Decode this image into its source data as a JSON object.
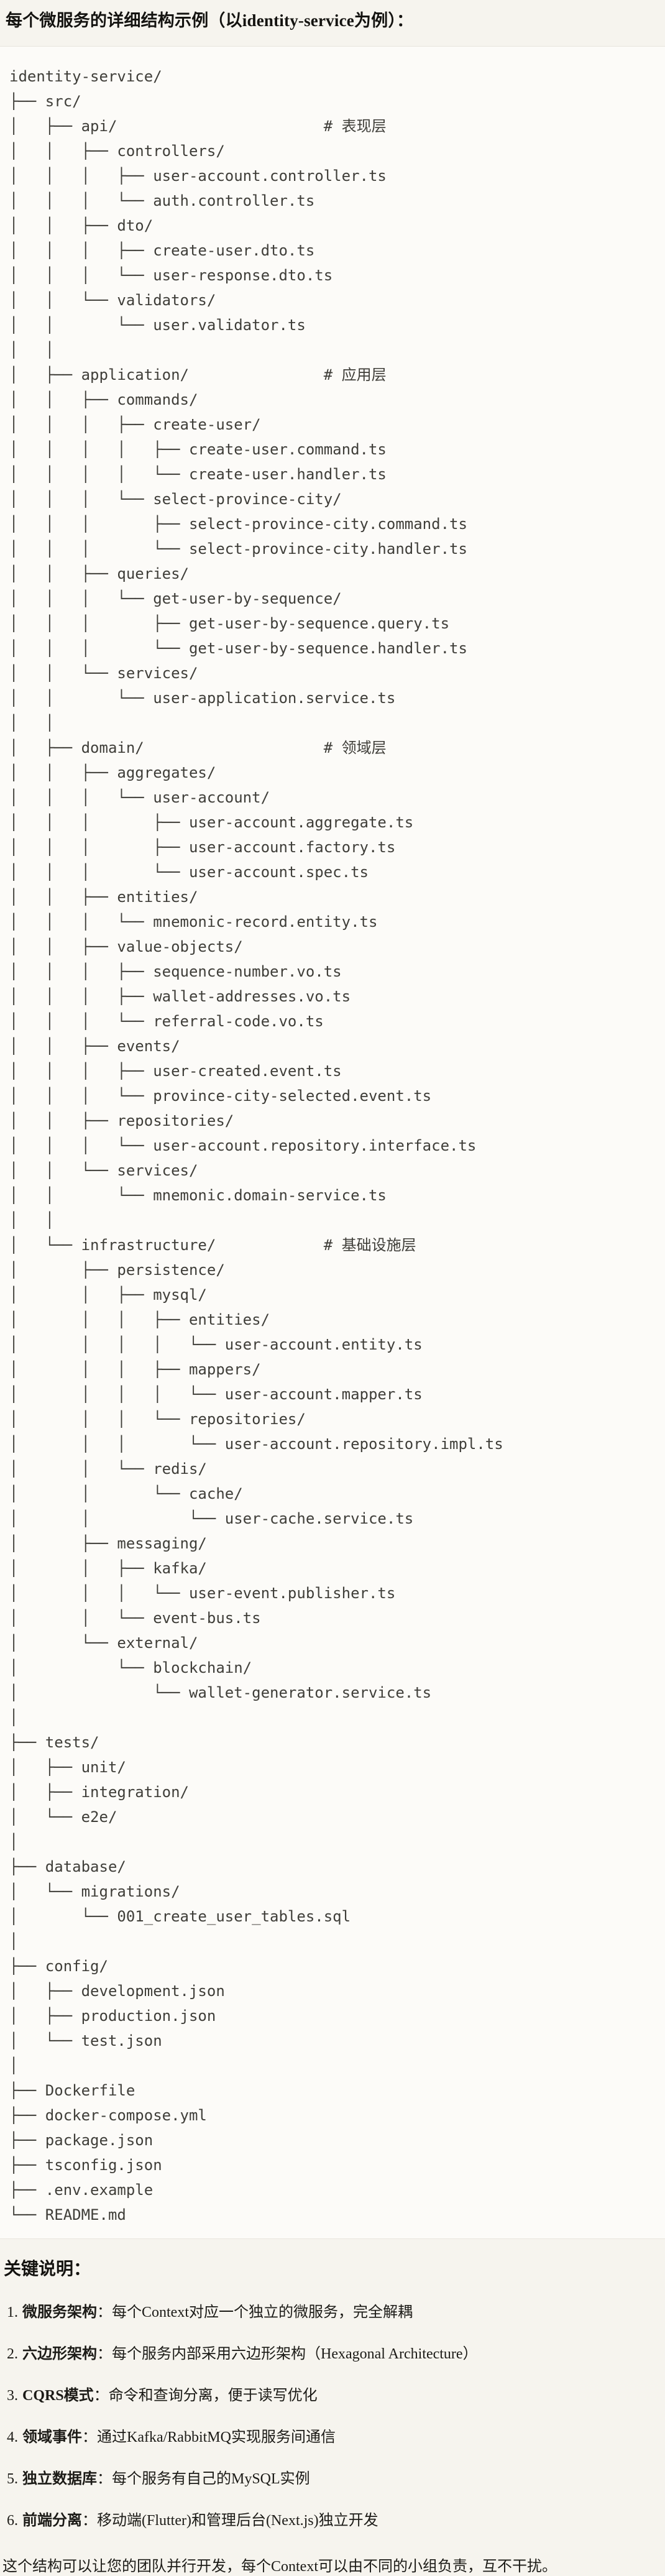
{
  "title": "每个微服务的详细结构示例（以identity-service为例）：",
  "tree": {
    "lines": [
      "identity-service/",
      "├── src/",
      "│   ├── api/                       # 表现层",
      "│   │   ├── controllers/",
      "│   │   │   ├── user-account.controller.ts",
      "│   │   │   └── auth.controller.ts",
      "│   │   ├── dto/",
      "│   │   │   ├── create-user.dto.ts",
      "│   │   │   └── user-response.dto.ts",
      "│   │   └── validators/",
      "│   │       └── user.validator.ts",
      "│   │",
      "│   ├── application/               # 应用层",
      "│   │   ├── commands/",
      "│   │   │   ├── create-user/",
      "│   │   │   │   ├── create-user.command.ts",
      "│   │   │   │   └── create-user.handler.ts",
      "│   │   │   └── select-province-city/",
      "│   │   │       ├── select-province-city.command.ts",
      "│   │   │       └── select-province-city.handler.ts",
      "│   │   ├── queries/",
      "│   │   │   └── get-user-by-sequence/",
      "│   │   │       ├── get-user-by-sequence.query.ts",
      "│   │   │       └── get-user-by-sequence.handler.ts",
      "│   │   └── services/",
      "│   │       └── user-application.service.ts",
      "│   │",
      "│   ├── domain/                    # 领域层",
      "│   │   ├── aggregates/",
      "│   │   │   └── user-account/",
      "│   │   │       ├── user-account.aggregate.ts",
      "│   │   │       ├── user-account.factory.ts",
      "│   │   │       └── user-account.spec.ts",
      "│   │   ├── entities/",
      "│   │   │   └── mnemonic-record.entity.ts",
      "│   │   ├── value-objects/",
      "│   │   │   ├── sequence-number.vo.ts",
      "│   │   │   ├── wallet-addresses.vo.ts",
      "│   │   │   └── referral-code.vo.ts",
      "│   │   ├── events/",
      "│   │   │   ├── user-created.event.ts",
      "│   │   │   └── province-city-selected.event.ts",
      "│   │   ├── repositories/",
      "│   │   │   └── user-account.repository.interface.ts",
      "│   │   └── services/",
      "│   │       └── mnemonic.domain-service.ts",
      "│   │",
      "│   └── infrastructure/            # 基础设施层",
      "│       ├── persistence/",
      "│       │   ├── mysql/",
      "│       │   │   ├── entities/",
      "│       │   │   │   └── user-account.entity.ts",
      "│       │   │   ├── mappers/",
      "│       │   │   │   └── user-account.mapper.ts",
      "│       │   │   └── repositories/",
      "│       │   │       └── user-account.repository.impl.ts",
      "│       │   └── redis/",
      "│       │       └── cache/",
      "│       │           └── user-cache.service.ts",
      "│       ├── messaging/",
      "│       │   ├── kafka/",
      "│       │   │   └── user-event.publisher.ts",
      "│       │   └── event-bus.ts",
      "│       └── external/",
      "│           └── blockchain/",
      "│               └── wallet-generator.service.ts",
      "│",
      "├── tests/",
      "│   ├── unit/",
      "│   ├── integration/",
      "│   └── e2e/",
      "│",
      "├── database/",
      "│   └── migrations/",
      "│       └── 001_create_user_tables.sql",
      "│",
      "├── config/",
      "│   ├── development.json",
      "│   ├── production.json",
      "│   └── test.json",
      "│",
      "├── Dockerfile",
      "├── docker-compose.yml",
      "├── package.json",
      "├── tsconfig.json",
      "├── .env.example",
      "└── README.md"
    ]
  },
  "notes_heading": "关键说明：",
  "notes": [
    {
      "num": "1.",
      "label": "微服务架构",
      "sep": "：",
      "text": "每个Context对应一个独立的微服务，完全解耦"
    },
    {
      "num": "2.",
      "label": "六边形架构",
      "sep": "：",
      "text": "每个服务内部采用六边形架构（Hexagonal Architecture）"
    },
    {
      "num": "3.",
      "label": "CQRS模式",
      "sep": "：",
      "text": "命令和查询分离，便于读写优化"
    },
    {
      "num": "4.",
      "label": "领域事件",
      "sep": "：",
      "text": "通过Kafka/RabbitMQ实现服务间通信"
    },
    {
      "num": "5.",
      "label": "独立数据库",
      "sep": "：",
      "text": "每个服务有自己的MySQL实例"
    },
    {
      "num": "6.",
      "label": "前端分离",
      "sep": "：",
      "text": "移动端(Flutter)和管理后台(Next.js)独立开发"
    }
  ],
  "footer": "这个结构可以让您的团队并行开发，每个Context可以由不同的小组负责，互不干扰。"
}
